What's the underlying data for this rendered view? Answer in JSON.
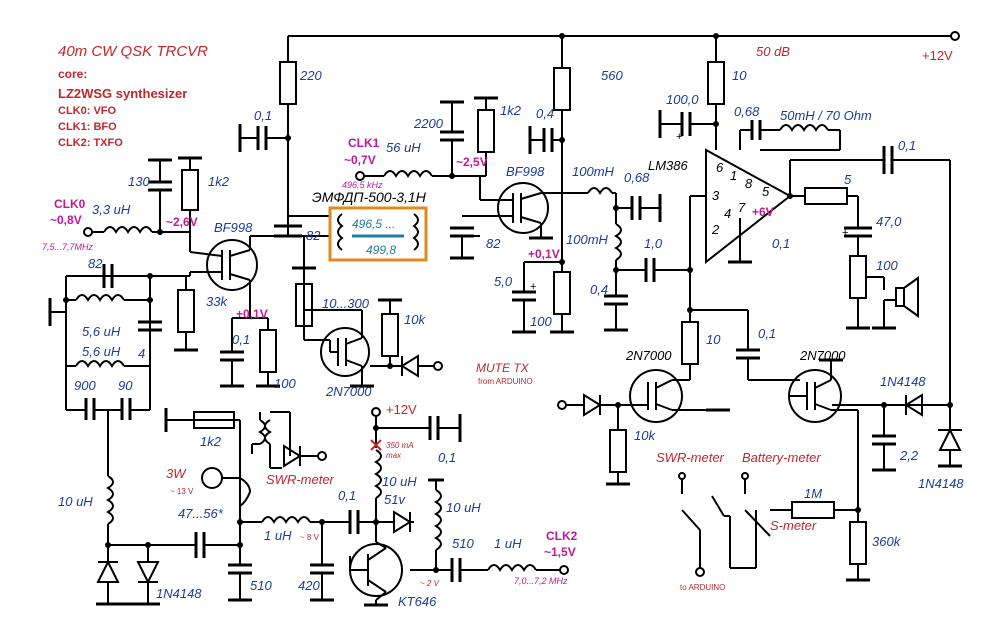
{
  "header": {
    "title": "40m CW QSK TRCVR",
    "core": "core:",
    "synth": "LZ2WSG  synthesizer",
    "clk0": "CLK0: VFO",
    "clk1": "CLK1: BFO",
    "clk2": "CLK2: TXFO"
  },
  "colors": {
    "title": "#c0272d",
    "blue_label": "#1a3c9c",
    "magenta": "#c0189a",
    "red": "#c0272d",
    "filter_box": "#e08a1e",
    "filter_text": "#1a7fa0"
  },
  "labels": {
    "gain": "50 dB",
    "supply": "+12V",
    "supply2": "+12V",
    "r220": "220",
    "r560": "560",
    "r10top": "10",
    "c100_0": "100,0",
    "c0_68a": "0,68",
    "choke": "50mH / 70 Ohm",
    "c0_1a": "0,1",
    "c0_1b": "0,1",
    "c2200": "2200",
    "r1k2a": "1k2",
    "c0_4a": "0,4",
    "clk1": "CLK1",
    "clk1v": "~0,7V",
    "l56": "56 uH",
    "f1": "496,5 kHz",
    "v2_5": "~2,5V",
    "bf998b": "BF998",
    "lm386": "LM386",
    "pins": [
      "6",
      "1",
      "8",
      "5",
      "3",
      "4",
      "7",
      "2"
    ],
    "plus6": "+6V",
    "c0_1c": "0,1",
    "r5": "5",
    "c47": "47,0",
    "r100p": "100",
    "c130": "130",
    "r1k2b": "1k2",
    "clk0": "CLK0",
    "clk0v": "~0,8V",
    "l3_3": "3,3 uH",
    "v2_6": "~2,6V",
    "bf998a": "BF998",
    "f0": "7,5...7,7MHz",
    "filter": "ЭМФДП-500-3,1Н",
    "f_a": "496,5 ...",
    "f_b": "499,8",
    "c82a": "82",
    "c82b": "82",
    "l100a": "100mH",
    "c0_68b": "0,68",
    "l100b": "100mH",
    "c1_0": "1,0",
    "v0_1a": "+0,1V",
    "c5_0": "5,0",
    "r100a": "100",
    "c0_4b": "0,4",
    "c82c": "82",
    "r33k": "33k",
    "v0_1b": "+0,1V",
    "l5_6a": "5,6 uH",
    "c4": "4",
    "l5_6b": "5,6 uH",
    "c900": "900",
    "c90": "90",
    "c0_1d": "0,1",
    "r100b": "100",
    "r10_300": "10...300",
    "r10k": "10k",
    "q2n7000a": "2N7000",
    "mute": "MUTE TX",
    "mute2": "from ARDUINO",
    "r10mid": "10",
    "c0_1e": "0,1",
    "q2n7000b": "2N7000",
    "q2n7000c": "2N7000",
    "r10k_b": "10k",
    "d1n4148a": "1N4148",
    "d1n4148b": "1N4148",
    "c2_2": "2,2",
    "swr": "SWR-meter",
    "batt": "Battery-meter",
    "r1m": "1M",
    "smeter": "S-meter",
    "r360k": "360k",
    "toard": "to ARDUINO",
    "l10a": "10 uH",
    "d1n4148c": "1N4148",
    "r1k2c": "1k2",
    "p3w": "3W",
    "p3wv": "~ 13 V",
    "swr2": "SWR-meter",
    "c47_56": "47...56*",
    "l1": "1 uH",
    "l1v": "~ 8 V",
    "c0_1f": "0,1",
    "c510a": "510",
    "c420": "420",
    "c0_1g": "0,1",
    "i350": "350 mA",
    "imax": "max",
    "l10b": "10 uH",
    "v51": "51v",
    "l10c": "10 uH",
    "c510b": "510",
    "l1b": "1 uH",
    "clk2": "CLK2",
    "clk2v": "~1,5V",
    "f2": "7,0...7,2 MHz",
    "v2": "~ 2 V",
    "kt646": "KT646"
  }
}
